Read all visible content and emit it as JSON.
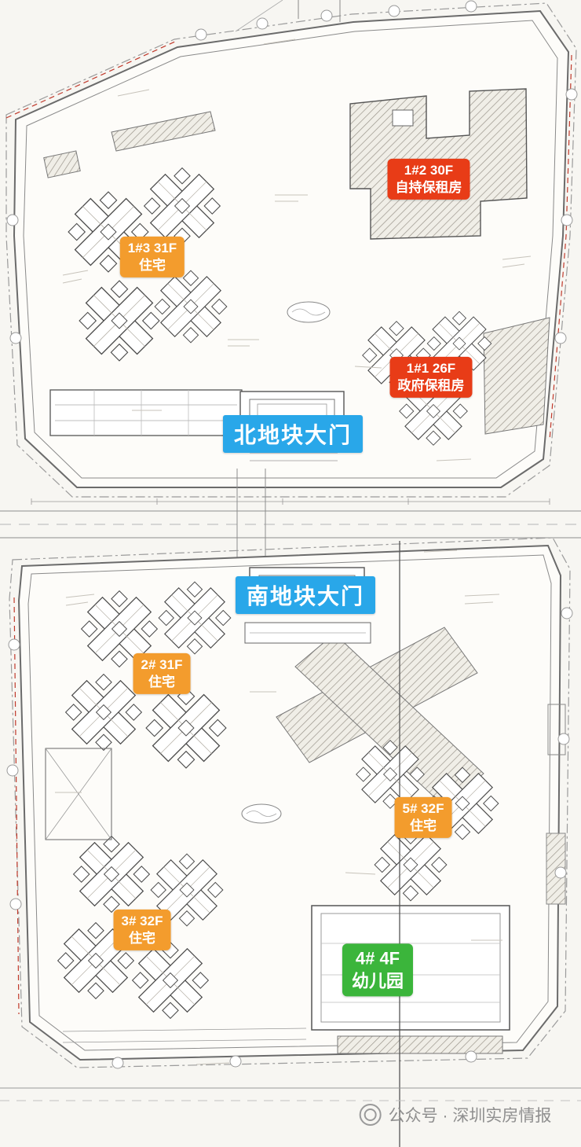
{
  "tags": {
    "b1_3": {
      "line1": "1#3 31F",
      "line2": "住宅",
      "color": "#f39c2d"
    },
    "b1_2": {
      "line1": "1#2 30F",
      "line2": "自持保租房",
      "color": "#e83c17"
    },
    "b1_1": {
      "line1": "1#1 26F",
      "line2": "政府保租房",
      "color": "#e83c17"
    },
    "b2": {
      "line1": "2# 31F",
      "line2": "住宅",
      "color": "#f39c2d"
    },
    "b5": {
      "line1": "5# 32F",
      "line2": "住宅",
      "color": "#f39c2d"
    },
    "b3": {
      "line1": "3# 32F",
      "line2": "住宅",
      "color": "#f39c2d"
    },
    "b4": {
      "line1": "4# 4F",
      "line2": "幼儿园",
      "color": "#3bb53b"
    }
  },
  "gates": {
    "north": "北地块大门",
    "south": "南地块大门",
    "color": "#29a7e9"
  },
  "watermark": {
    "text": "公众号 · 深圳实房情报"
  }
}
